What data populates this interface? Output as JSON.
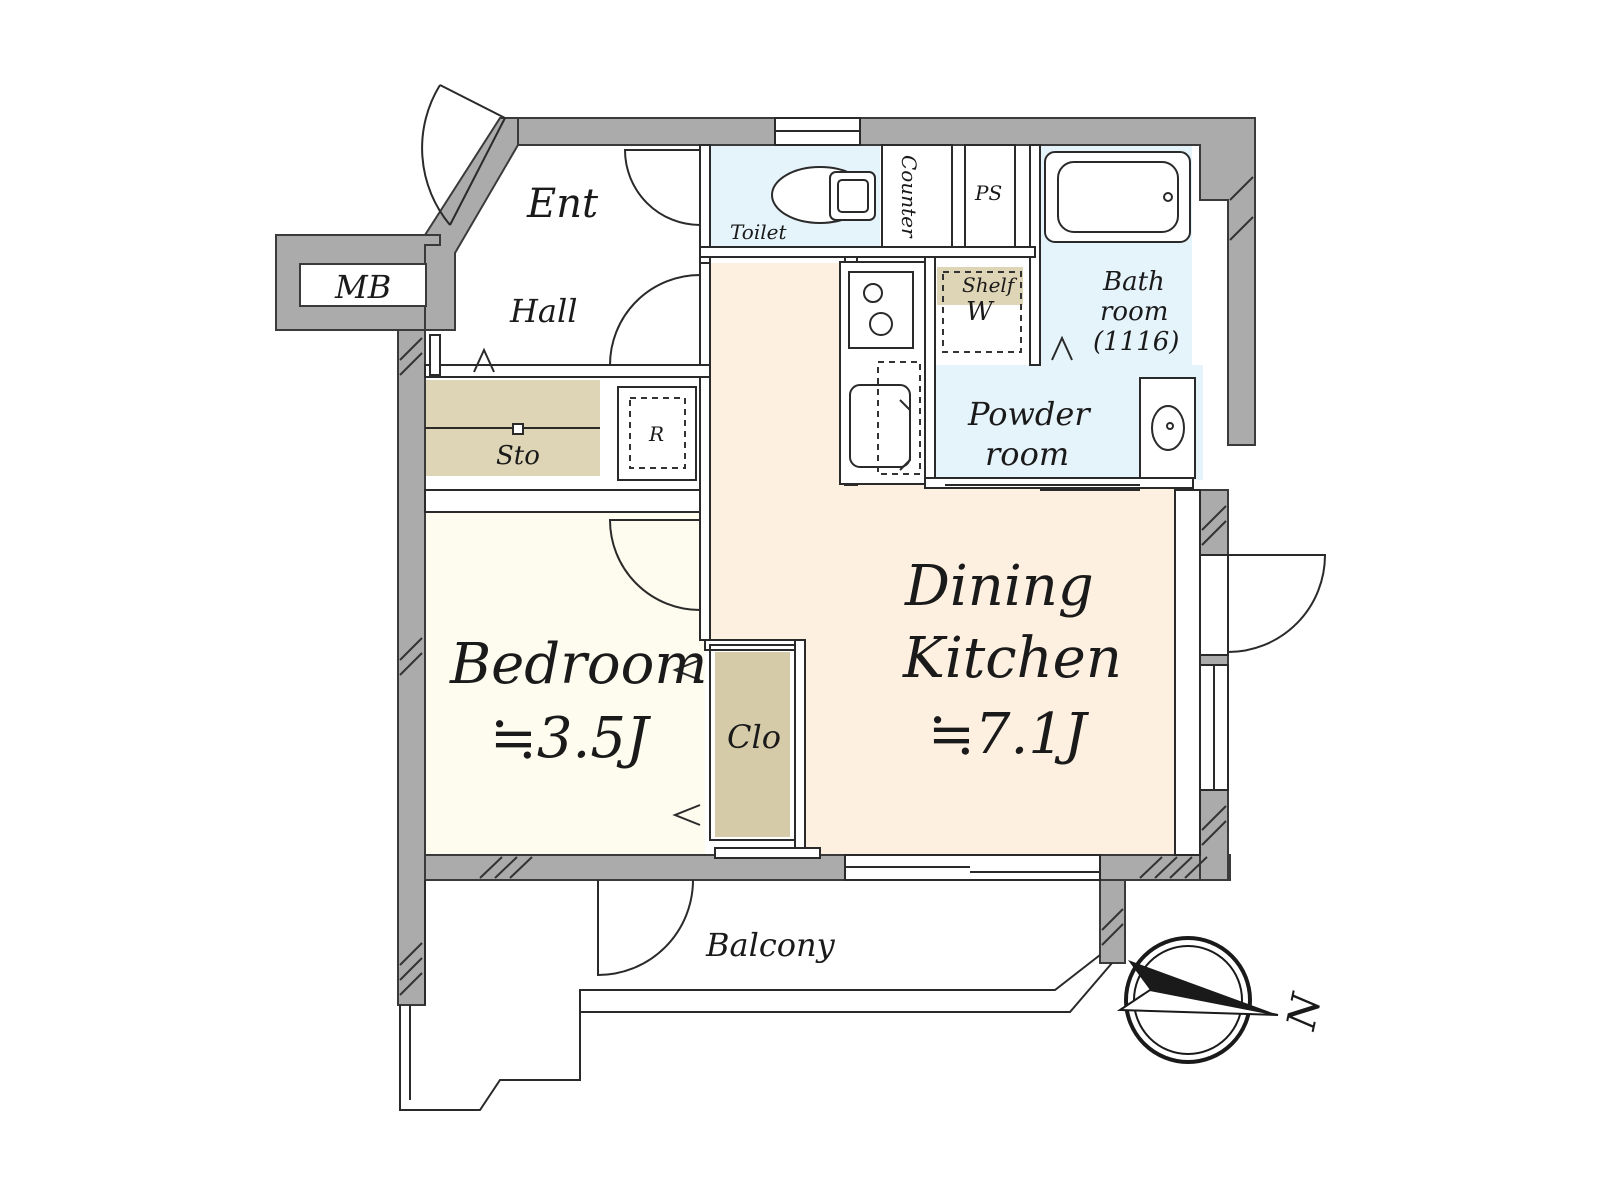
{
  "rooms": {
    "entrance": "Ent",
    "meter_box": "MB",
    "hall": "Hall",
    "toilet": "Toilet",
    "counter": "Counter",
    "pipe_space": "PS",
    "bathroom_line1": "Bath",
    "bathroom_line2": "room",
    "bathroom_size": "(1116)",
    "shelf": "Shelf",
    "washer": "W",
    "powder_line1": "Powder",
    "powder_line2": "room",
    "storage": "Sto",
    "refrigerator": "R",
    "dining_line1": "Dining",
    "dining_line2": "Kitchen",
    "dining_area": "≒7.1J",
    "bedroom": "Bedroom",
    "bedroom_area": "≒3.5J",
    "closet": "Clo",
    "balcony": "Balcony"
  },
  "compass": {
    "north_label": "N"
  },
  "colors": {
    "dining_kitchen": "#fdf0e0",
    "bedroom": "#fdfcef",
    "wet_area": "#e5f3fb",
    "storage": "#ded4b6",
    "closet": "#d6cba9",
    "wall": "#ababab"
  }
}
